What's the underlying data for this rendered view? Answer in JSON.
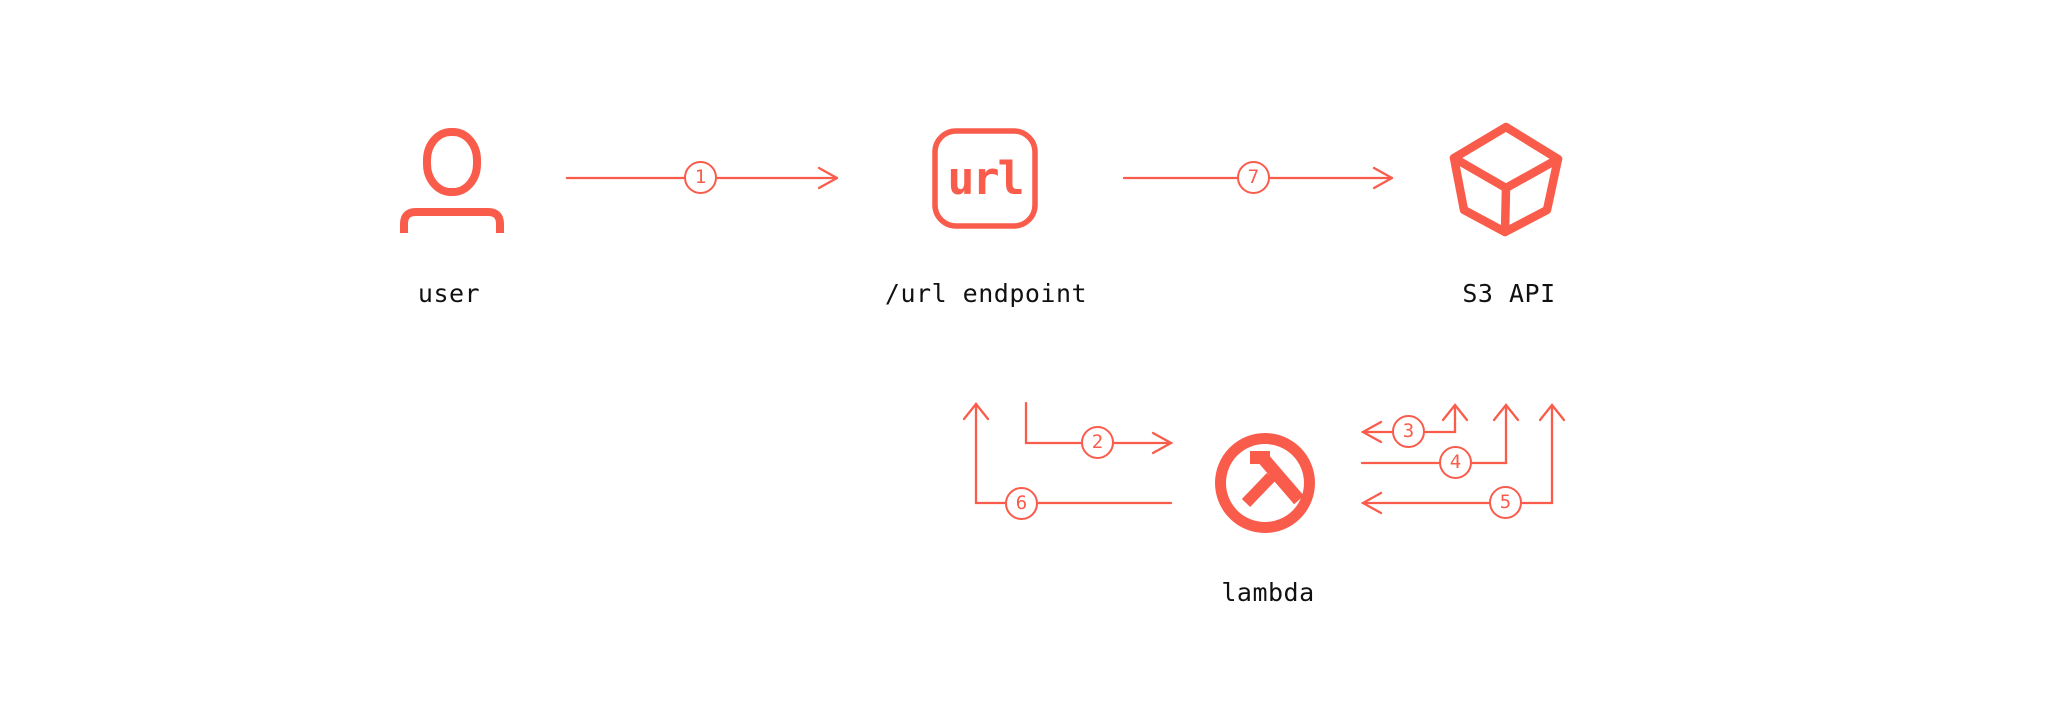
{
  "colors": {
    "accent": "#fa5c4c",
    "ink": "#111111",
    "background": "#ffffff"
  },
  "nodes": {
    "user": {
      "label": "user",
      "icon": "person-icon"
    },
    "url_endpoint": {
      "label": "/url endpoint",
      "icon": "url-box-icon",
      "icon_text": "url"
    },
    "s3_api": {
      "label": "S3 API",
      "icon": "cube-icon"
    },
    "lambda": {
      "label": "lambda",
      "icon": "lambda-circle-icon"
    }
  },
  "badges": [
    {
      "number": "1",
      "arrow": "right, user to /url endpoint"
    },
    {
      "number": "2",
      "arrow": "down then right, into lambda"
    },
    {
      "number": "3",
      "arrow": "left into lambda, up toward S3 API"
    },
    {
      "number": "4",
      "arrow": "right then up toward S3 API"
    },
    {
      "number": "5",
      "arrow": "left into lambda, up toward S3 API"
    },
    {
      "number": "6",
      "arrow": "left then up toward /url endpoint"
    },
    {
      "number": "7",
      "arrow": "right, /url endpoint to S3 API"
    }
  ]
}
